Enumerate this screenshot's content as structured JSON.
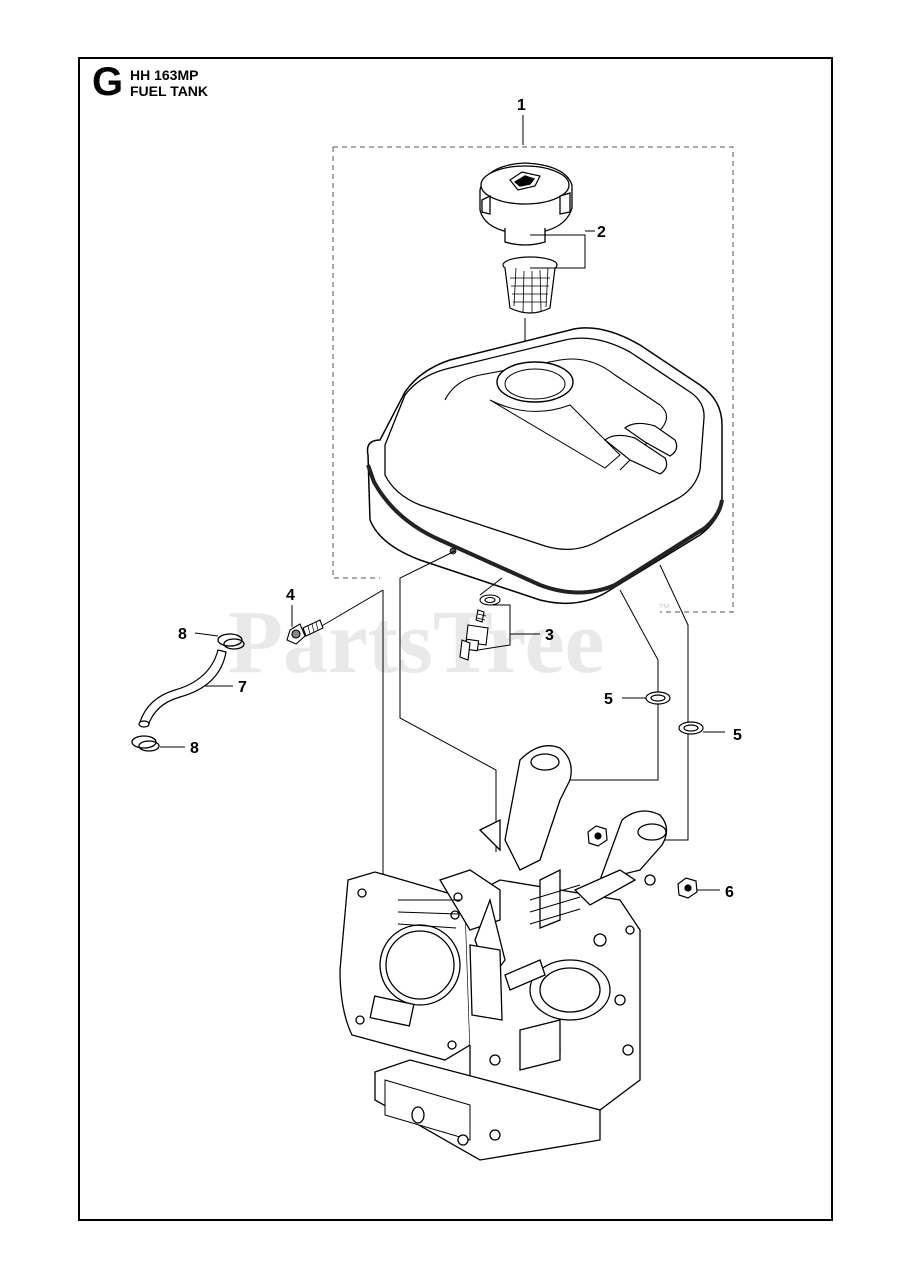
{
  "header": {
    "section_letter": "G",
    "model": "HH 163MP",
    "title": "FUEL TANK"
  },
  "watermark": {
    "text": "PartsTree",
    "tm": "™"
  },
  "callouts": [
    {
      "id": "1",
      "label": "1"
    },
    {
      "id": "2",
      "label": "2"
    },
    {
      "id": "3",
      "label": "3"
    },
    {
      "id": "4",
      "label": "4"
    },
    {
      "id": "5a",
      "label": "5"
    },
    {
      "id": "5b",
      "label": "5"
    },
    {
      "id": "6",
      "label": "6"
    },
    {
      "id": "7",
      "label": "7"
    },
    {
      "id": "8a",
      "label": "8"
    },
    {
      "id": "8b",
      "label": "8"
    }
  ],
  "colors": {
    "line": "#000000",
    "watermark": "#e6e6e6",
    "part_fill": "#ffffff",
    "gasket": "#222222"
  }
}
